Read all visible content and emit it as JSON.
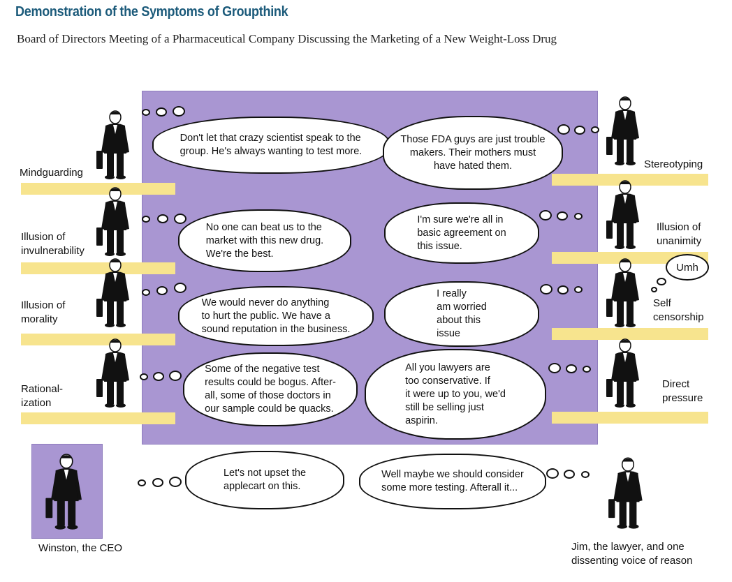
{
  "title": "Demonstration of the Symptoms of Groupthink",
  "subtitle": "Board of Directors Meeting of a Pharmaceutical Company Discussing the Marketing of a New Weight-Loss Drug",
  "left_labels": {
    "mindguarding": "Mindguarding",
    "invulnerability": "Illusion of\ninvulnerability",
    "morality": "Illusion of\nmorality",
    "rationalization": "Rational-\nization"
  },
  "right_labels": {
    "stereotyping": "Stereotyping",
    "unanimity": "Illusion of\nunanimity",
    "self_censorship": "Self\ncensorship",
    "direct_pressure": "Direct\npressure"
  },
  "bubbles": {
    "mindguarding": "Don't let that crazy scientist speak to the\ngroup.  He's always wanting to test more.",
    "invulnerability": "No one can beat us to the\nmarket with this new drug.\nWe're the best.",
    "morality": "We would never do anything\nto hurt the public.  We have a\nsound reputation in the business.",
    "rationalization": "Some of the negative test\nresults could be bogus.  After-\nall, some of those doctors in\nour sample could be quacks.",
    "stereotyping": "Those FDA guys are just trouble\nmakers. Their mothers must\nhave hated them.",
    "unanimity": "I'm sure we're all in\nbasic agreement on\nthis issue.",
    "self_censorship": "I really\nam worried\nabout this\nissue",
    "direct_pressure": "All you lawyers are\ntoo conservative.  If\nit were up to you, we'd\nstill be selling just\naspirin.",
    "ceo": "Let's not upset the\napplecart on this.",
    "jim": "Well maybe we should consider\nsome more testing.  Afterall it...",
    "umh": "Umh"
  },
  "people": {
    "ceo": "Winston, the CEO",
    "jim": "Jim, the lawyer, and one\ndissenting voice of reason"
  },
  "colors": {
    "panel": "#a996d2",
    "bar": "#f7e48e",
    "title": "#1b5a7a"
  }
}
